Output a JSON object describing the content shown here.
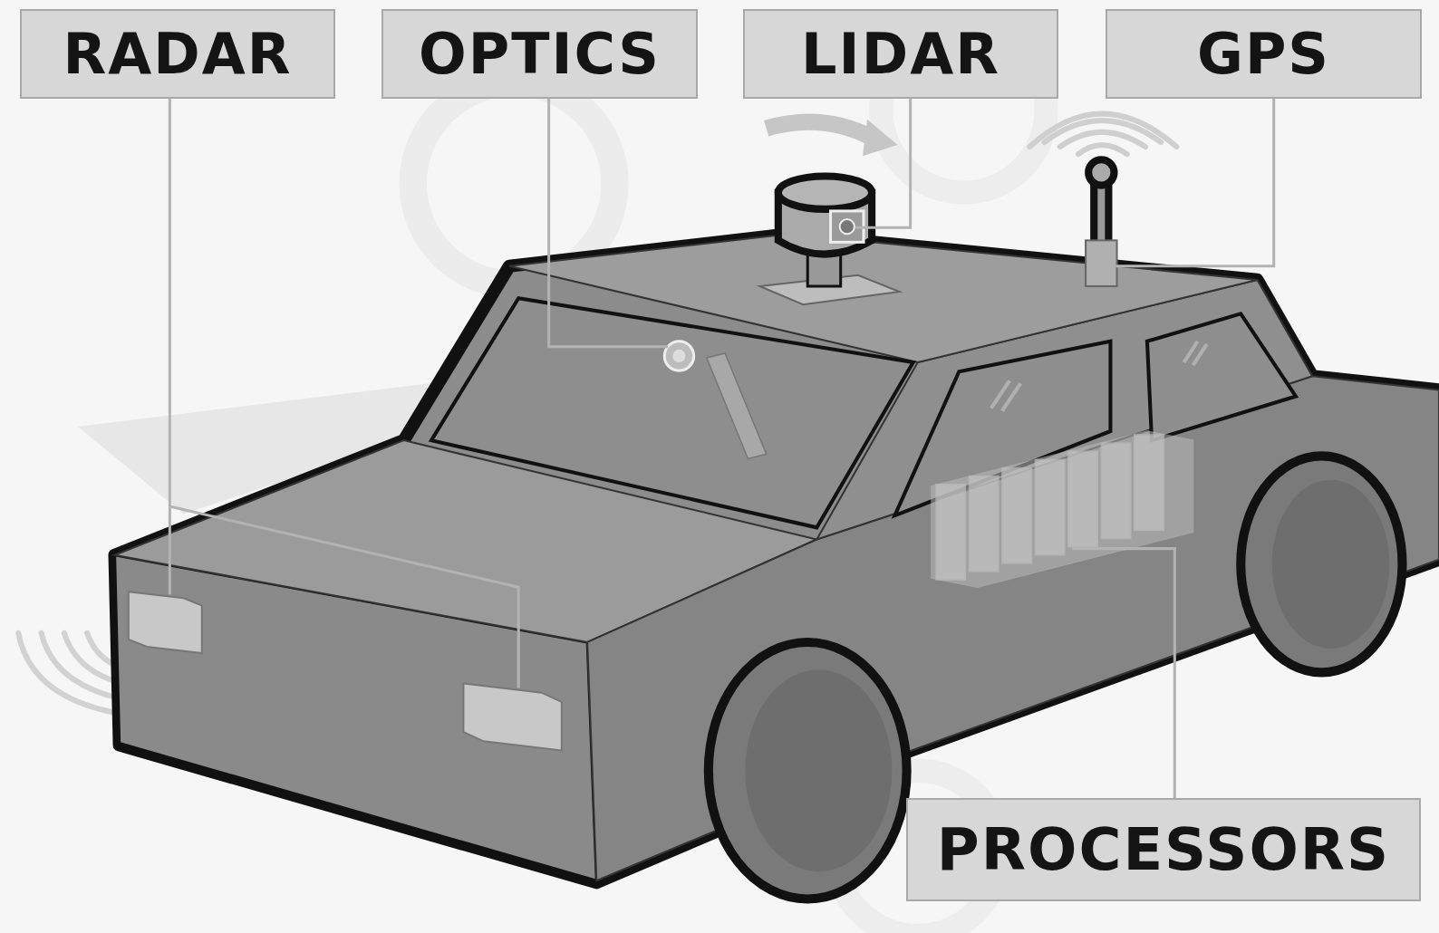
{
  "diagram": {
    "nodes": [
      {
        "text": [
          "RADAR"
        ]
      },
      {
        "text": [
          "OPTICS"
        ]
      },
      {
        "text": [
          "LIDAR"
        ]
      },
      {
        "text": [
          "GPS"
        ]
      },
      {
        "text": [
          "PROCESSORS"
        ]
      }
    ]
  }
}
